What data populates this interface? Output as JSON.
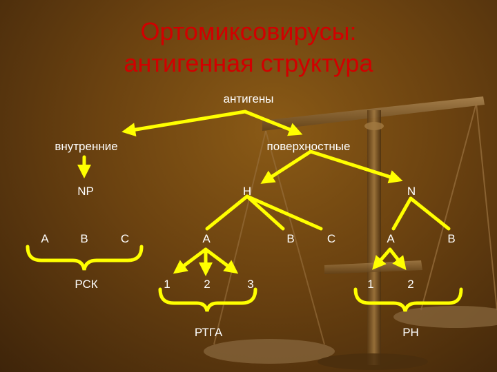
{
  "title": {
    "line1": "Ортомиксовирусы:",
    "line2": "антигенная структура"
  },
  "nodes": {
    "root": "антигены",
    "internal": "внутренние",
    "surface": "поверхностные",
    "np": "NP",
    "h": "H",
    "n": "N",
    "np_a": "A",
    "np_b": "B",
    "np_c": "C",
    "h_a": "A",
    "h_b": "B",
    "h_c": "C",
    "n_a": "A",
    "n_b": "B",
    "h_1": "1",
    "h_2": "2",
    "h_3": "3",
    "n_1": "1",
    "n_2": "2",
    "rsk": "РСК",
    "rtga": "РТГА",
    "rn": "РН"
  },
  "colors": {
    "arrow": "#ffff00",
    "title": "#d10000",
    "text": "#ffffff"
  }
}
